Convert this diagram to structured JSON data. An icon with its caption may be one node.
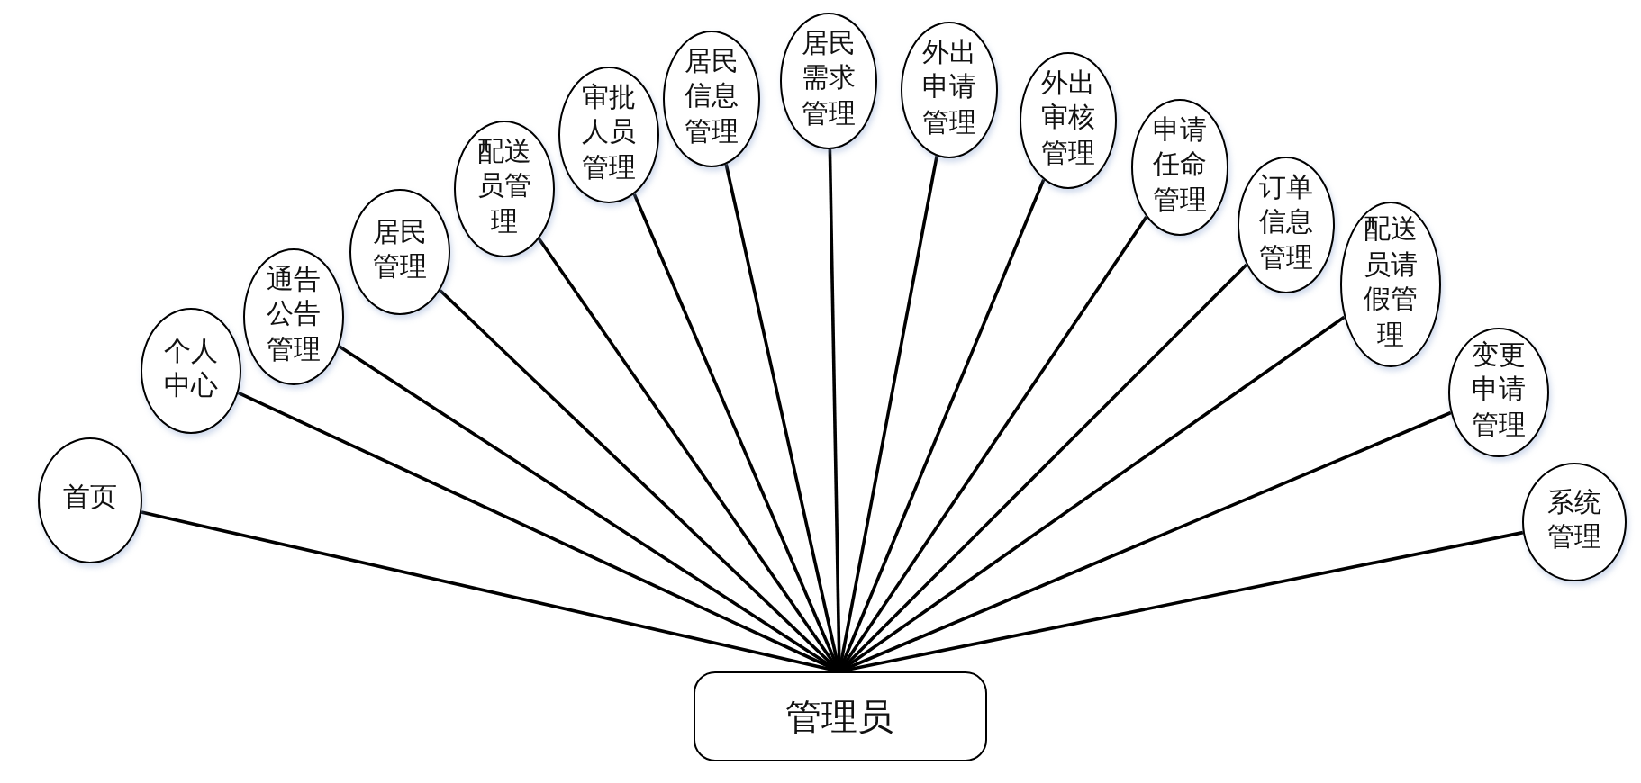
{
  "diagram": {
    "nodes": [
      {
        "text": [
          "首页"
        ]
      },
      {
        "text": [
          "个人中心"
        ]
      },
      {
        "text": [
          "通告公告管理"
        ]
      },
      {
        "text": [
          "居民管理"
        ]
      },
      {
        "text": [
          "配送员管理"
        ]
      },
      {
        "text": [
          "审批人员管理"
        ]
      },
      {
        "text": [
          "居民信息管理"
        ]
      },
      {
        "text": [
          "居民需求管理"
        ]
      },
      {
        "text": [
          "外出申请管理"
        ]
      },
      {
        "text": [
          "外出审核管理"
        ]
      },
      {
        "text": [
          "申请任命管理"
        ]
      },
      {
        "text": [
          "订单信息管理"
        ]
      },
      {
        "text": [
          "配送员请假管理"
        ]
      },
      {
        "text": [
          "变更申请管理"
        ]
      },
      {
        "text": [
          "系统管理"
        ]
      },
      {
        "text": [
          "管理员"
        ]
      }
    ],
    "edges": [
      {
        "from": 15,
        "to": 0,
        "arrow": "none"
      },
      {
        "from": 15,
        "to": 1,
        "arrow": "none"
      },
      {
        "from": 15,
        "to": 2,
        "arrow": "none"
      },
      {
        "from": 15,
        "to": 3,
        "arrow": "none"
      },
      {
        "from": 15,
        "to": 4,
        "arrow": "none"
      },
      {
        "from": 15,
        "to": 5,
        "arrow": "none"
      },
      {
        "from": 15,
        "to": 6,
        "arrow": "none"
      },
      {
        "from": 15,
        "to": 7,
        "arrow": "none"
      },
      {
        "from": 15,
        "to": 8,
        "arrow": "none"
      },
      {
        "from": 15,
        "to": 9,
        "arrow": "none"
      },
      {
        "from": 15,
        "to": 10,
        "arrow": "none"
      },
      {
        "from": 15,
        "to": 11,
        "arrow": "none"
      },
      {
        "from": 15,
        "to": 12,
        "arrow": "none"
      },
      {
        "from": 15,
        "to": 13,
        "arrow": "none"
      },
      {
        "from": 15,
        "to": 14,
        "arrow": "none"
      }
    ]
  }
}
